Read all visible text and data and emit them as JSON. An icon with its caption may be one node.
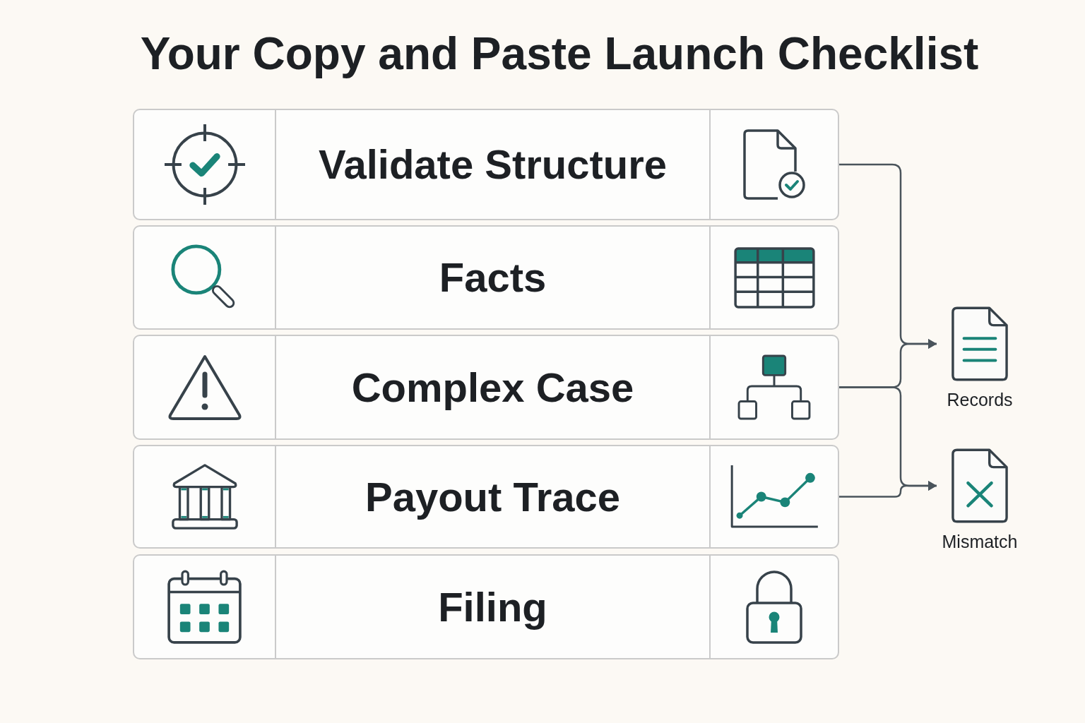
{
  "diagram": {
    "title": "Your Copy and Paste Launch Checklist",
    "nodes": [
      {
        "text": [
          "Validate Structure"
        ]
      },
      {
        "text": [
          "Facts"
        ]
      },
      {
        "text": [
          "Complex Case"
        ]
      },
      {
        "text": [
          "Payout Trace"
        ]
      },
      {
        "text": [
          "Filing"
        ]
      },
      {
        "text": [
          "Records"
        ]
      },
      {
        "text": [
          "Mismatch"
        ]
      }
    ],
    "edges": [
      {
        "from": 0,
        "to": 5,
        "arrow": "to"
      },
      {
        "from": 2,
        "to": 5,
        "arrow": "to"
      },
      {
        "from": 2,
        "to": 6,
        "arrow": "to"
      },
      {
        "from": 3,
        "to": 6,
        "arrow": "to"
      }
    ]
  }
}
